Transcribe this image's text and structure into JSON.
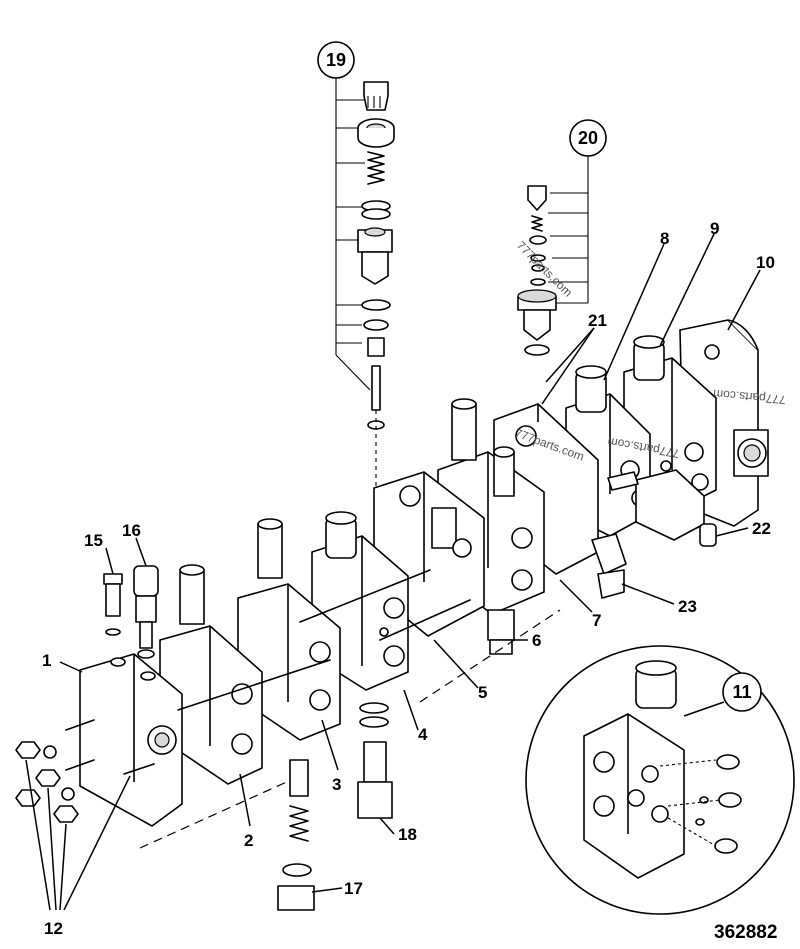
{
  "diagram": {
    "reference_number": "362882",
    "watermark": "777parts.com",
    "callouts": {
      "c1": "1",
      "c2": "2",
      "c3": "3",
      "c4": "4",
      "c5": "5",
      "c6": "6",
      "c7": "7",
      "c8": "8",
      "c9": "9",
      "c10": "10",
      "c12": "12",
      "c15": "15",
      "c16": "16",
      "c17": "17",
      "c18": "18",
      "c21": "21",
      "c22": "22",
      "c23": "23"
    },
    "circled_callouts": {
      "c11": "11",
      "c19": "19",
      "c20": "20"
    }
  }
}
